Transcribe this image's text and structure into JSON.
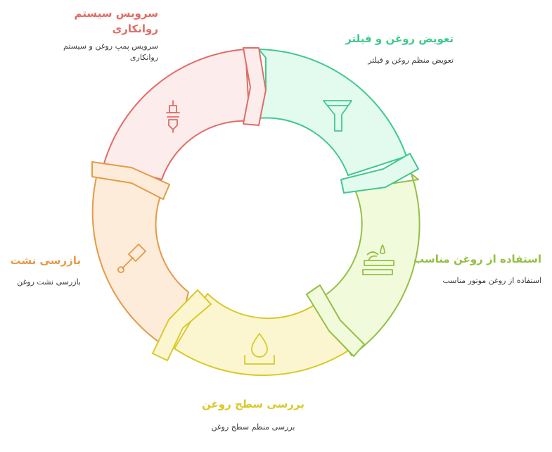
{
  "colors": {
    "red": "#e06c67",
    "green": "#3fc98e",
    "lime": "#95bf45",
    "yellow": "#d9c92a",
    "orange": "#e59a4a"
  },
  "segments": [
    {
      "id": "repair",
      "title": "سرویس سیستم روانکاری",
      "description": "سرویس پمپ روغن و سیستم روانکاری",
      "icon": "spark-plug-icon"
    },
    {
      "id": "change",
      "title": "تعویض روغن و فیلتر",
      "description": "تعویض منظم روغن و فیلتر",
      "icon": "funnel-icon"
    },
    {
      "id": "proper",
      "title": "استفاده از روغن مناسب",
      "description": "استفاده از روغن موتور مناسب",
      "icon": "oil-drop-can-icon"
    },
    {
      "id": "level",
      "title": "بررسی سطح روغن",
      "description": "بررسی منظم سطح روغن",
      "icon": "oil-drop-icon"
    },
    {
      "id": "leak",
      "title": "بازرسی نشت",
      "description": "بازرسی نشت روغن",
      "icon": "piston-icon"
    }
  ]
}
